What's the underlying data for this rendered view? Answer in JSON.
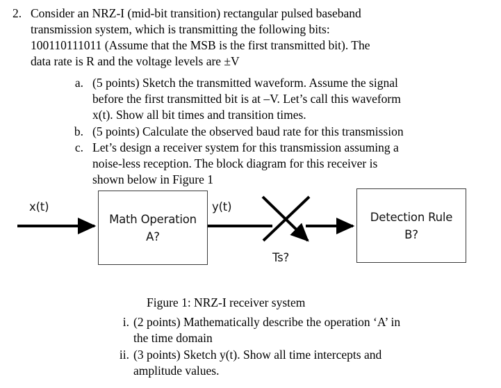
{
  "document": {
    "question_number": "2.",
    "intro_lines": [
      "Consider an NRZ-I (mid-bit transition) rectangular pulsed baseband",
      "transmission system, which is transmitting the following bits:",
      "100110111011 (Assume that the MSB is the first transmitted bit). The",
      "data rate is R and the voltage levels are ±V"
    ],
    "sub_items": [
      {
        "marker": "a.",
        "lines": [
          "(5 points) Sketch the transmitted waveform. Assume the signal",
          "before the first transmitted bit is at –V. Let’s call this waveform",
          "x(t). Show all bit times and transition times."
        ]
      },
      {
        "marker": "b.",
        "lines": [
          "(5 points) Calculate the observed baud rate for this transmission"
        ]
      },
      {
        "marker": "c.",
        "lines": [
          "Let’s design a receiver system for this transmission assuming a",
          "noise-less reception. The block diagram for this receiver is",
          "shown below in Figure 1"
        ]
      }
    ],
    "figure_caption": "Figure 1: NRZ-I receiver system",
    "roman_items": [
      {
        "marker": "i.",
        "lines": [
          "(2 points) Mathematically describe the operation ‘A’ in",
          "the time domain"
        ]
      },
      {
        "marker": "ii.",
        "lines": [
          "(3 points) Sketch y(t). Show all time intercepts and",
          "amplitude values."
        ]
      }
    ]
  },
  "figure": {
    "input_label": "x(t)",
    "intermediate_label": "y(t)",
    "sampler_label": "Ts?",
    "block_a": {
      "line1": "Math Operation",
      "line2": "A?"
    },
    "block_b": {
      "line1": "Detection Rule",
      "line2": "B?"
    }
  },
  "colors": {
    "text": "#000000",
    "box_border": "#3a3a3a",
    "wire": "#000000",
    "background": "#ffffff"
  }
}
